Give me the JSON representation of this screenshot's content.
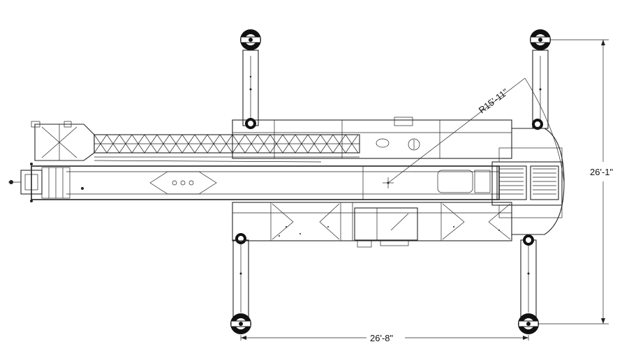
{
  "drawing": {
    "title": "",
    "colors": {
      "line": "#222222",
      "background": "#ffffff",
      "pad": "#111111"
    },
    "dimensions": {
      "width_label": "26'-8\"",
      "height_label": "26'-1\"",
      "radius_label": "R15'-11\""
    }
  }
}
